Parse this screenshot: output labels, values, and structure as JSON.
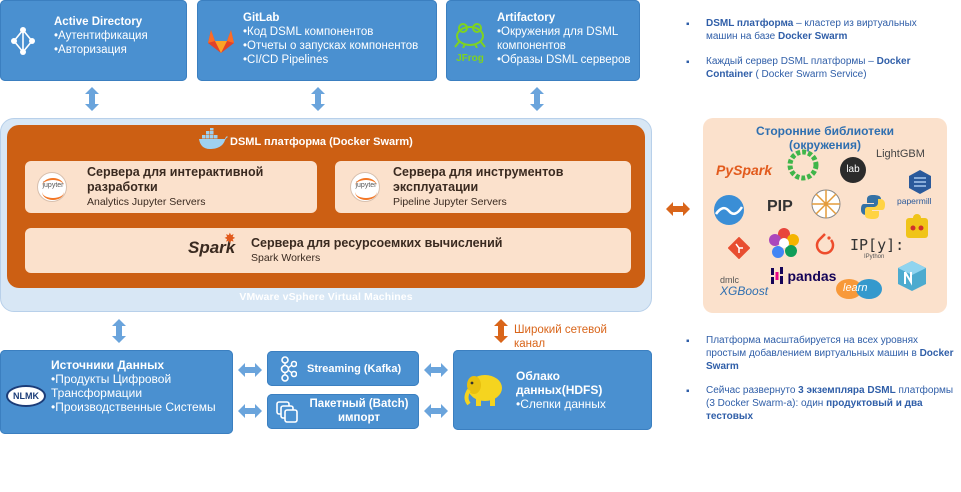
{
  "top_boxes": {
    "active_directory": {
      "title": "Active Directory",
      "lines": [
        "•Аутентификация",
        "•Авторизация"
      ]
    },
    "gitlab": {
      "title": "GitLab",
      "lines": [
        "•Код DSML компонентов",
        "•Отчеты о запусках компонентов",
        "•CI/CD Pipelines"
      ]
    },
    "artifactory": {
      "title": "Artifactory",
      "lines": [
        "•Окружения для DSML",
        "компонентов",
        "•Образы DSML серверов"
      ],
      "logo_text": "JFrog"
    }
  },
  "platform": {
    "title": "DSML платформа (Docker Swarm)",
    "vm_label": "VMware vSphere Virtual Machines",
    "interactive": {
      "title_line1": "Сервера для интерактивной",
      "title_line2": "разработки",
      "subtitle": "Analytics Jupyter Servers",
      "logo": "jupyter"
    },
    "pipeline": {
      "title_line1": "Сервера для инструментов",
      "title_line2": "эксплуатации",
      "subtitle": "Pipeline Jupyter Servers",
      "logo": "jupyter"
    },
    "compute": {
      "title": "Сервера для ресурсоемких вычислений",
      "subtitle": "Spark Workers",
      "logo": "Spark"
    }
  },
  "libraries": {
    "title_line1": "Сторонние библиотеки",
    "title_line2": "(окружения)",
    "logos": {
      "pyspark": "PySpark",
      "lab": "lab",
      "lightgbm": "LightGBM",
      "papermill": "papermill",
      "pip": "PIP",
      "ipython": "IP[y]:",
      "ipython_sub": "IPython",
      "dmlc": "dmlc",
      "xgboost": "XGBoost",
      "pandas": "pandas",
      "learn": "learn"
    }
  },
  "notes": {
    "top": [
      {
        "bold_part": "DSML платформа",
        "rest": " – кластер из виртуальных машин на базе ",
        "bold_end": "Docker Swarm"
      },
      {
        "bold_part": "",
        "rest": "Каждый сервер DSML платформы – ",
        "bold_end": "Docker Container",
        "tail": " ( Docker Swarm Service)"
      }
    ],
    "bottom": [
      {
        "text": "Платформа масштабируется на всех уровнях простым добавлением виртуальных машин в ",
        "bold_end": "Docker Swarm"
      },
      {
        "text": "Сейчас развернуто ",
        "bold_mid": "3 экземпляра DSML",
        "text2": " платформы (3 Docker Swarm-а): один ",
        "bold_end": "продуктовый и два тестовых"
      }
    ]
  },
  "network_label": {
    "line1": "Широкий сетевой",
    "line2": "канал"
  },
  "bottom_boxes": {
    "sources": {
      "title": "Источники Данных",
      "lines": [
        "•Продукты Цифровой",
        "Трансформации",
        "•Производственные Системы"
      ],
      "logo": "NLMK"
    },
    "streaming": {
      "title": "Streaming (Kafka)"
    },
    "batch": {
      "title_line1": "Пакетный (Batch)",
      "title_line2": "импорт"
    },
    "cloud": {
      "title_line1": "Облако",
      "title_line2": "данных(HDFS)",
      "line": "•Слепки данных"
    }
  },
  "colors": {
    "blue_box": "#4a90d0",
    "orange_platform": "#cc5f13",
    "peach": "#fbe1cc",
    "arrow_blue": "#6aa4dc",
    "arrow_orange": "#d9651a",
    "note_blue": "#2f5ea8"
  }
}
